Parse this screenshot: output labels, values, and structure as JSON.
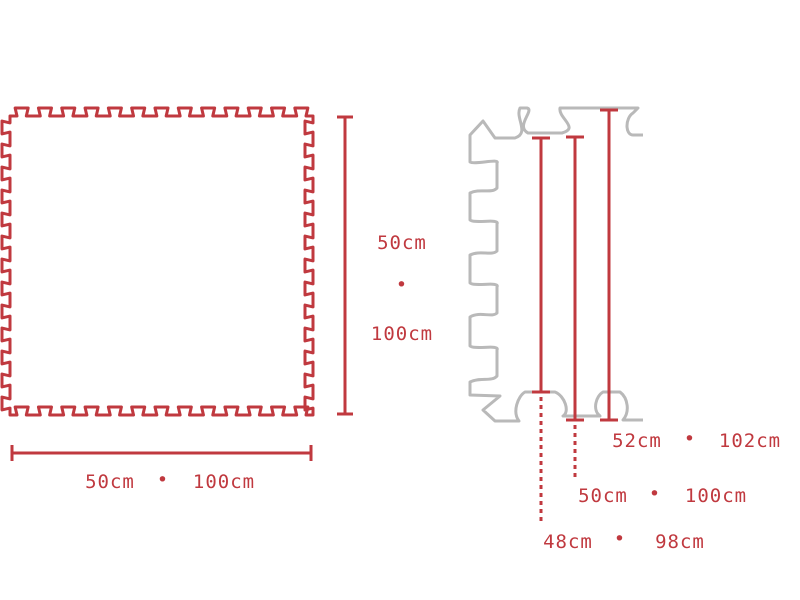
{
  "colors": {
    "accent": "#c0393f",
    "outline": "#b9b9b9",
    "background": "#ffffff"
  },
  "left_tile": {
    "height_label_1": "50cm",
    "height_sep": "•",
    "height_label_2": "100cm",
    "width_label_1": "50cm",
    "width_sep": "•",
    "width_label_2": "100cm"
  },
  "right_tile": {
    "dim_outer_1": "52cm",
    "dim_outer_sep": "•",
    "dim_outer_2": "102cm",
    "dim_mid_1": "50cm",
    "dim_mid_sep": "•",
    "dim_mid_2": "100cm",
    "dim_inner_1": "48cm",
    "dim_inner_sep": "•",
    "dim_inner_2": "98cm"
  }
}
